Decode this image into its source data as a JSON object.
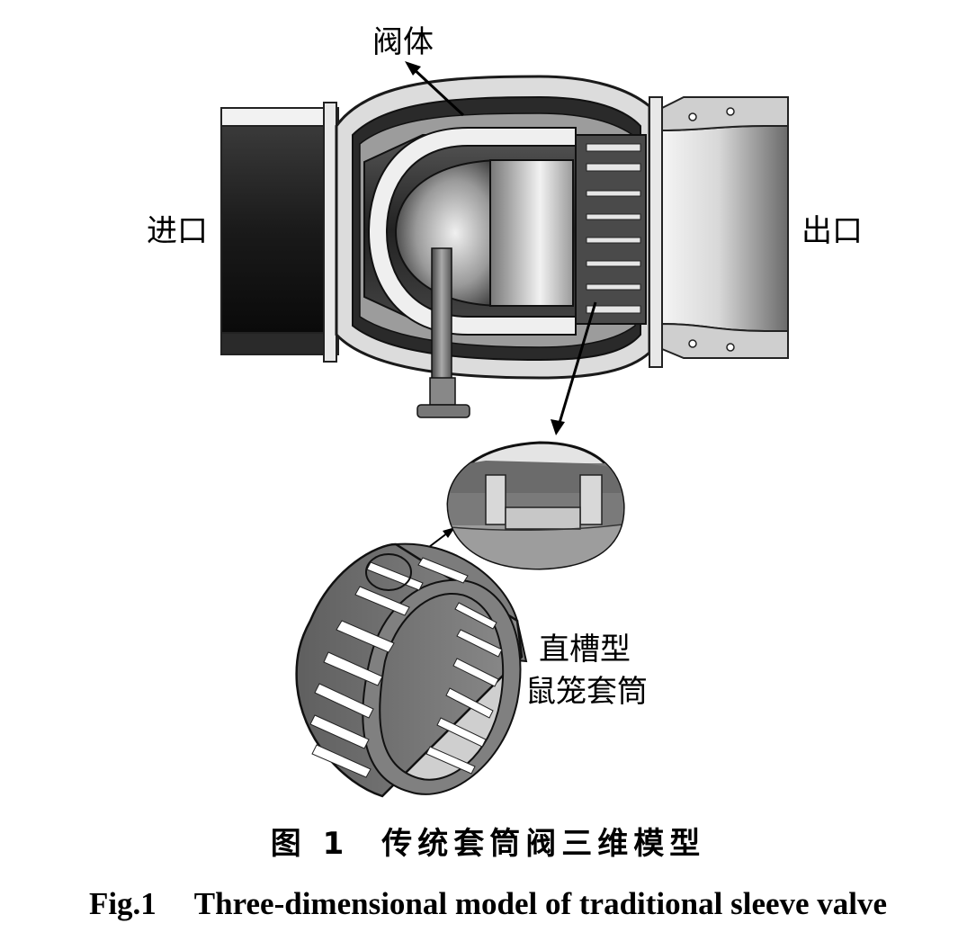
{
  "labels": {
    "valve_body": "阀体",
    "inlet": "进口",
    "outlet": "出口",
    "sleeve_line1": "直槽型",
    "sleeve_line2": "鼠笼套筒"
  },
  "caption": {
    "cn_number": "图 1",
    "cn_title": "传统套筒阀三维模型",
    "en_number": "Fig.1",
    "en_title": "Three-dimensional model of traditional sleeve valve"
  }
}
